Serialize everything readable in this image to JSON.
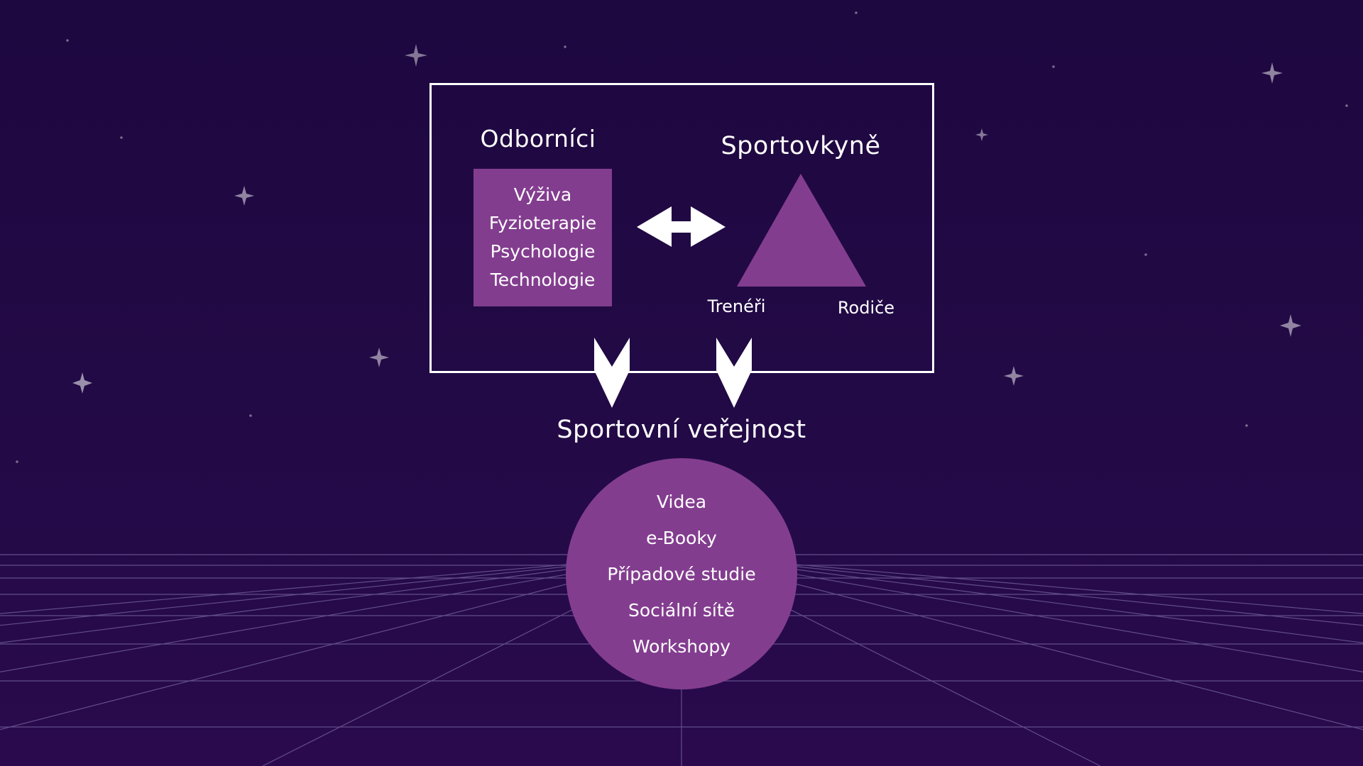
{
  "colors": {
    "background": "#210943",
    "accent_purple": "#833d8f",
    "foreground": "#ffffff",
    "grid_line": "#6d5a95"
  },
  "experts": {
    "title": "Odborníci",
    "items": [
      "Výživa",
      "Fyzioterapie",
      "Psychologie",
      "Technologie"
    ]
  },
  "athletes": {
    "title": "Sportovkyně",
    "corner_labels": [
      "Trenéři",
      "Rodiče"
    ]
  },
  "public": {
    "title": "Sportovní veřejnost",
    "items": [
      "Videa",
      "e-Booky",
      "Případové studie",
      "Sociální sítě",
      "Workshopy"
    ]
  },
  "icons": {
    "bidirectional_arrow": "double-headed-arrow-icon",
    "down_arrows": [
      "chevron-arrow-down-icon",
      "chevron-arrow-down-icon"
    ]
  }
}
